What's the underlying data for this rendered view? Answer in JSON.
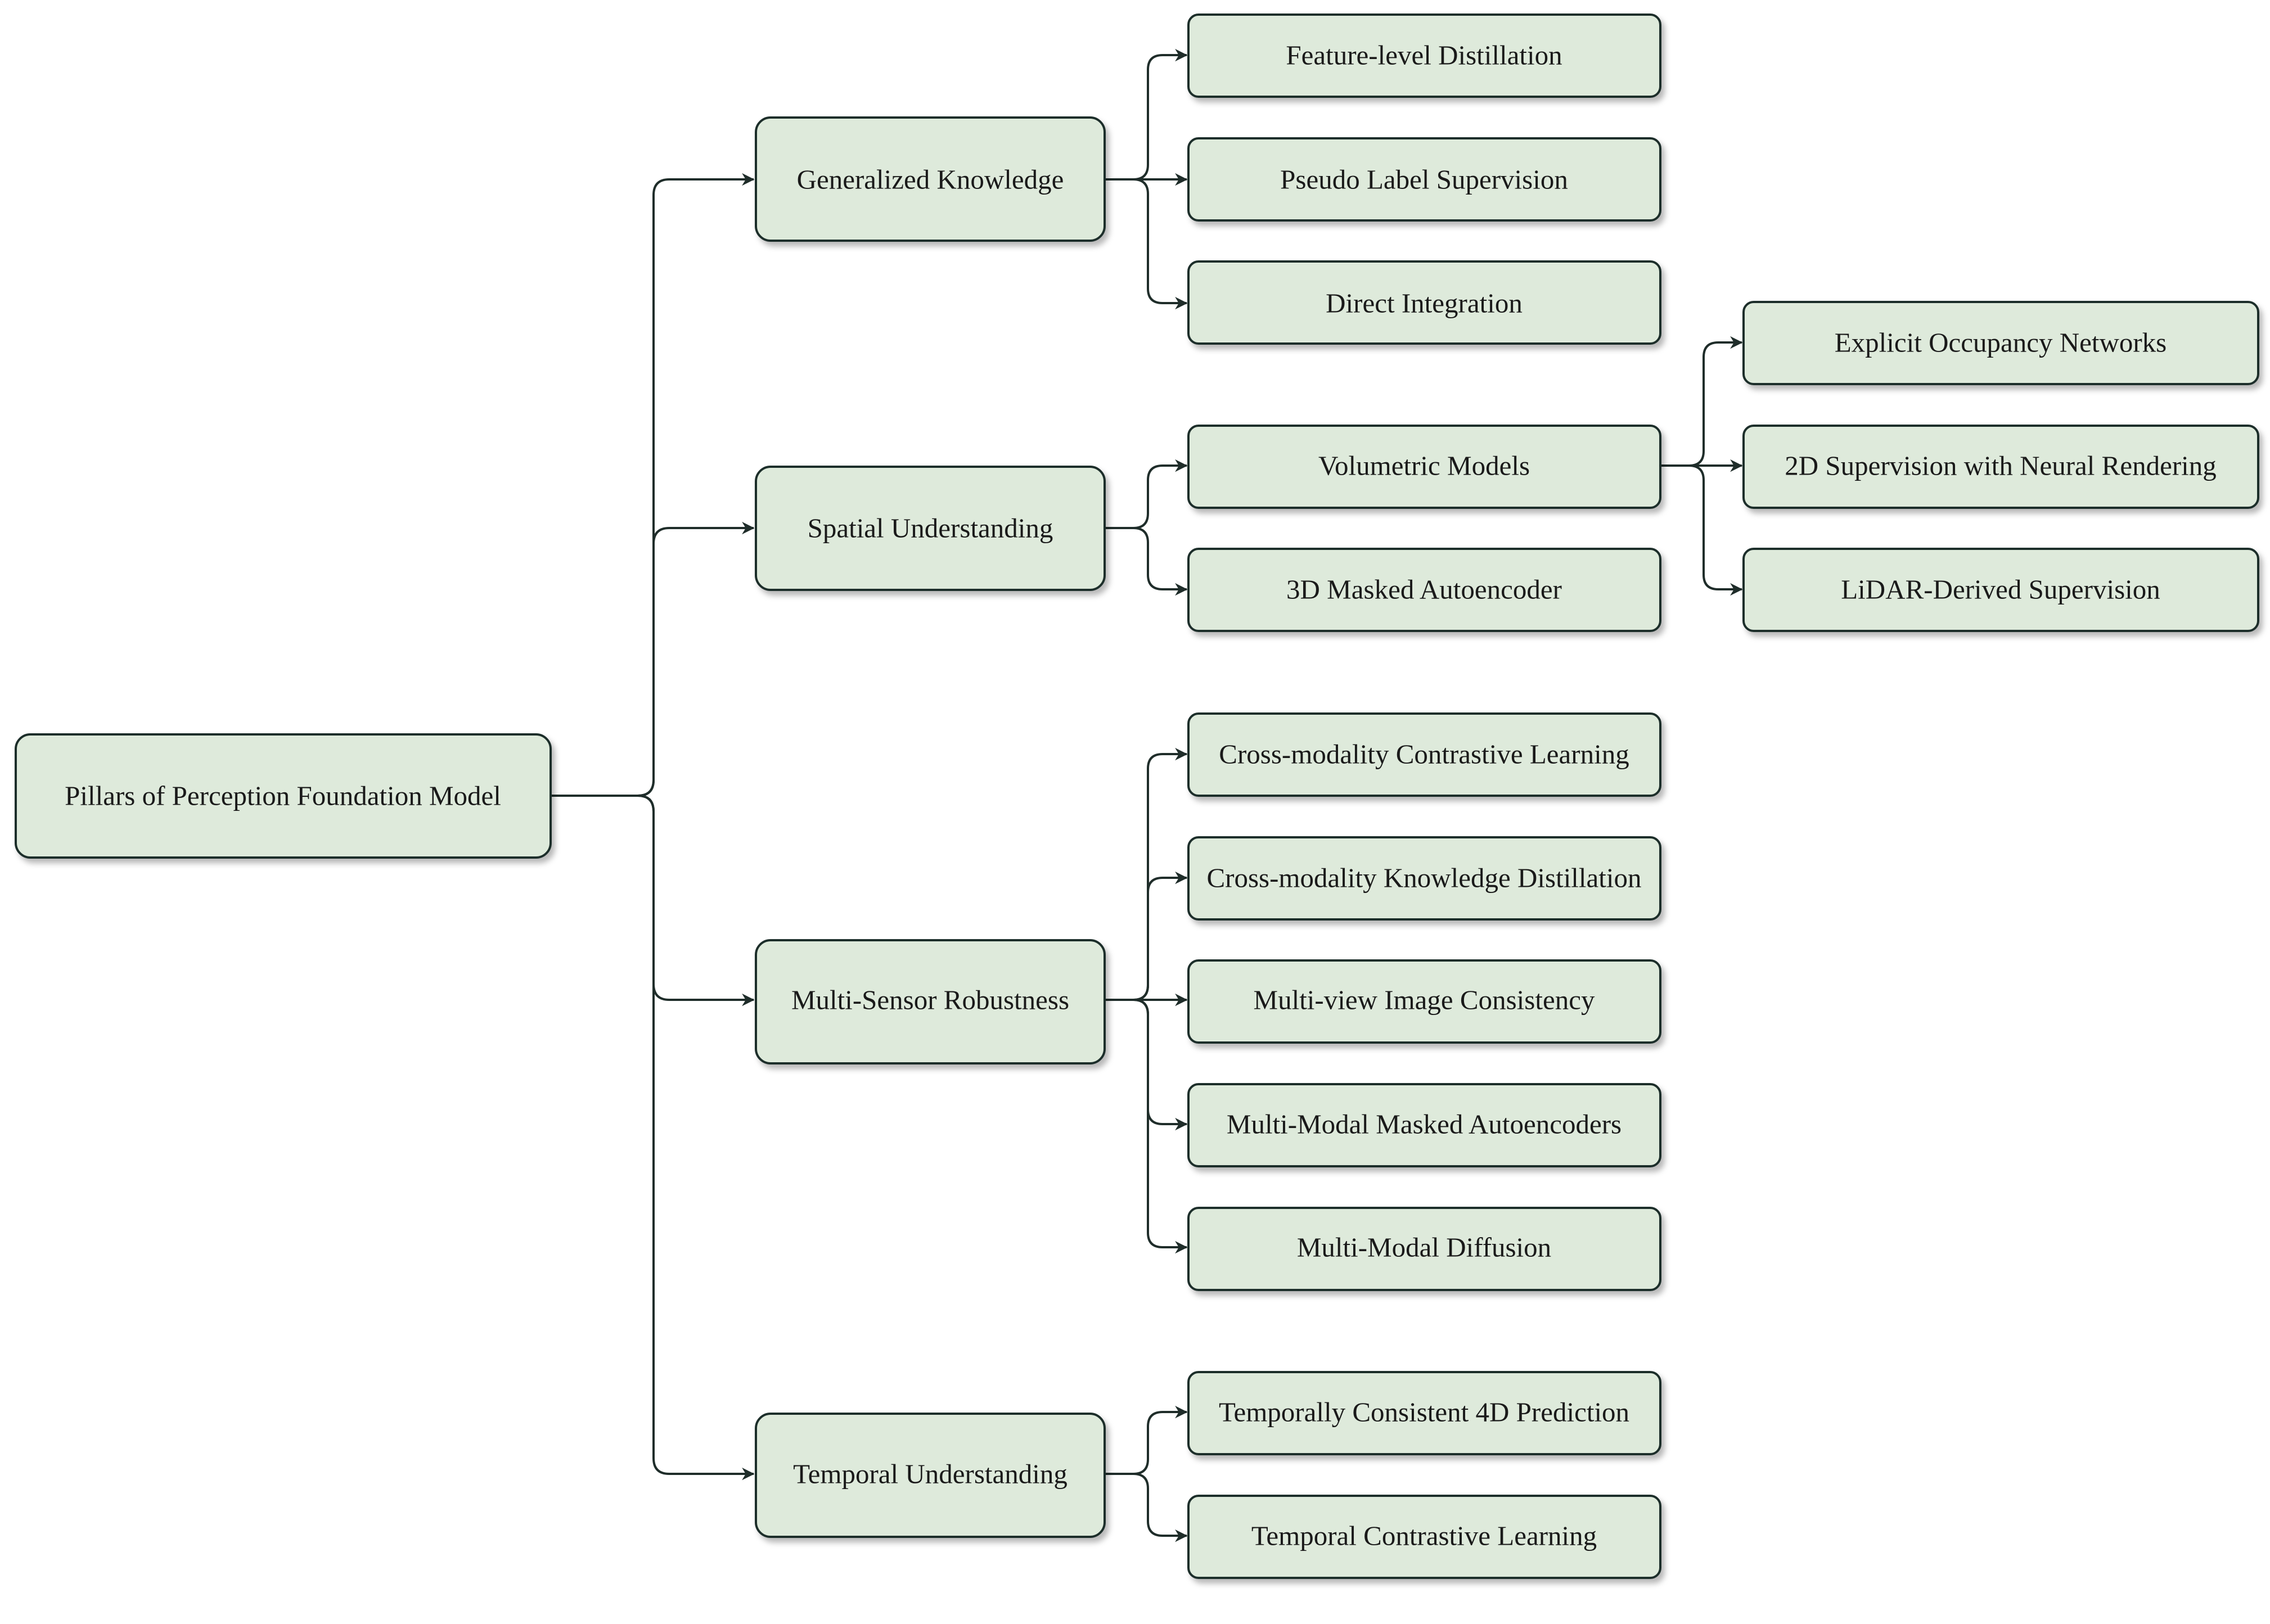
{
  "root": {
    "label": "Pillars of Perception Foundation Model"
  },
  "pillars": [
    {
      "label": "Generalized Knowledge",
      "children": [
        {
          "label": "Feature-level Distillation"
        },
        {
          "label": "Pseudo Label Supervision"
        },
        {
          "label": "Direct Integration"
        }
      ]
    },
    {
      "label": "Spatial Understanding",
      "children": [
        {
          "label": "Volumetric Models",
          "children": [
            {
              "label": "Explicit Occupancy Networks"
            },
            {
              "label": "2D Supervision with Neural Rendering"
            },
            {
              "label": "LiDAR-Derived Supervision"
            }
          ]
        },
        {
          "label": "3D Masked Autoencoder"
        }
      ]
    },
    {
      "label": "Multi-Sensor Robustness",
      "children": [
        {
          "label": "Cross-modality Contrastive Learning"
        },
        {
          "label": "Cross-modality Knowledge Distillation"
        },
        {
          "label": "Multi-view Image Consistency"
        },
        {
          "label": "Multi-Modal Masked Autoencoders"
        },
        {
          "label": "Multi-Modal Diffusion"
        }
      ]
    },
    {
      "label": "Temporal Understanding",
      "children": [
        {
          "label": "Temporally Consistent 4D Prediction"
        },
        {
          "label": "Temporal Contrastive Learning"
        }
      ]
    }
  ],
  "colors": {
    "node_fill": "#deeadb",
    "stroke": "#1f2d2a",
    "text": "#1a1a1a"
  }
}
